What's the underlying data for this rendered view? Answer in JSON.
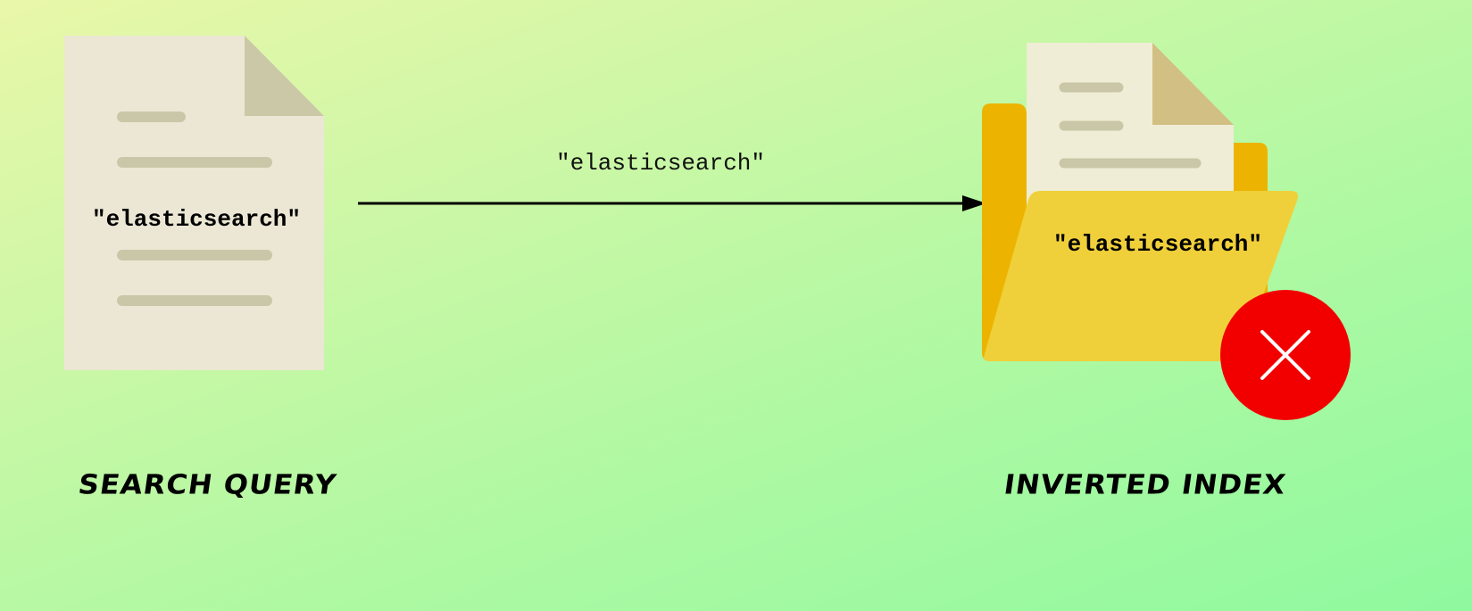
{
  "query_document": {
    "term": "\"elasticsearch\""
  },
  "arrow": {
    "label": "\"elasticsearch\""
  },
  "index_folder": {
    "term": "\"elasticsearch\""
  },
  "captions": {
    "search_query": "SEARCH QUERY",
    "inverted_index": "INVERTED INDEX"
  },
  "colors": {
    "document_body": "#ebe7d4",
    "document_fold": "#cbc8a8",
    "document_lines": "#cac7a8",
    "folder_back": "#ecb400",
    "folder_front": "#f0d03a",
    "folder_doc_fold": "#d2bf83",
    "error_badge": "#f20000",
    "arrow": "#000000"
  },
  "icons": {
    "query": "document-icon",
    "index": "folder-icon",
    "status": "error-x-icon"
  }
}
